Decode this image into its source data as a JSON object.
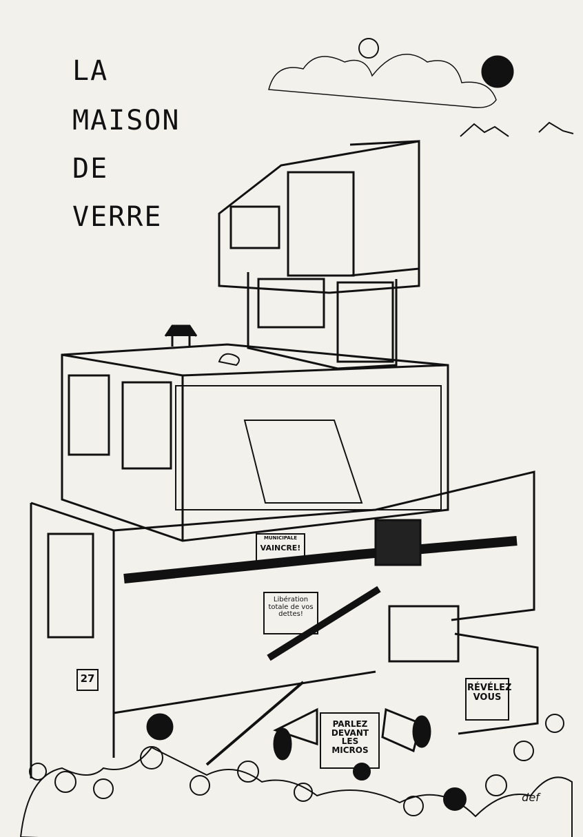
{
  "title": {
    "line1": "LA",
    "line2": "MAISON",
    "line3": "DE",
    "line4": "VERRE"
  },
  "signs": {
    "municipal": "MUNICIPALE",
    "vaincre": "VAINCRE!",
    "liberation": "Libération totale de vos dettes!",
    "parlez": "PARLEZ DEVANT LES MICROS",
    "revelez": "RÉVÉLEZ VOUS",
    "house_number": "27"
  },
  "signature": "def",
  "colors": {
    "paper": "#f3f1ec",
    "ink": "#111111"
  }
}
